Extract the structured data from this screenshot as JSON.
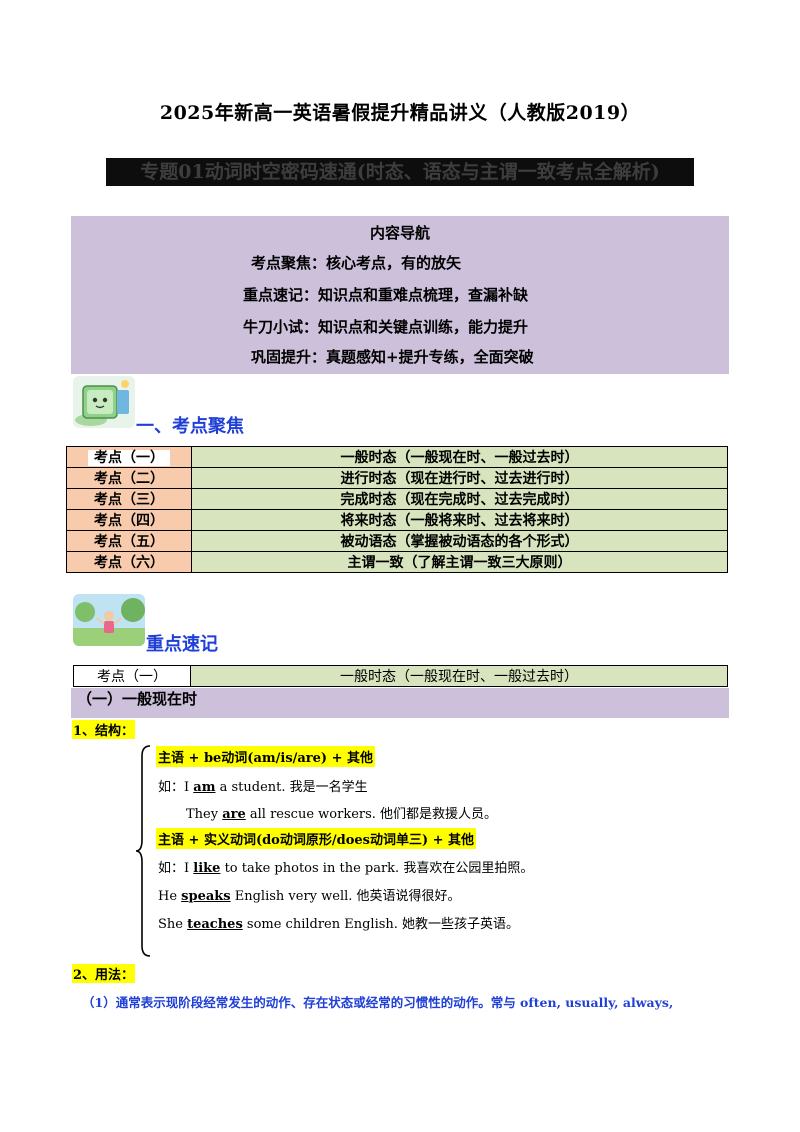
{
  "title": "2025年新高一英语暑假提升精品讲义（人教版2019）",
  "topic": "专题01动词时空密码速通(时态、语态与主谓一致考点全解析)",
  "nav": {
    "title": "内容导航",
    "items": [
      "考点聚焦：核心考点，有的放矢",
      "重点速记：知识点和重难点梳理，查漏补缺",
      "牛刀小试：知识点和关键点训练，能力提升",
      "巩固提升：真题感知+提升专练，全面突破"
    ]
  },
  "section1": {
    "heading": "一、考点聚焦"
  },
  "points": [
    {
      "key": "考点（一）",
      "value": "一般时态（一般现在时、一般过去时）"
    },
    {
      "key": "考点（二）",
      "value": "进行时态（现在进行时、过去进行时）"
    },
    {
      "key": "考点（三）",
      "value": "完成时态（现在完成时、过去完成时）"
    },
    {
      "key": "考点（四）",
      "value": "将来时态（一般将来时、过去将来时）"
    },
    {
      "key": "考点（五）",
      "value": "被动语态（掌握被动语态的各个形式）"
    },
    {
      "key": "考点（六）",
      "value": "主谓一致（了解主谓一致三大原则）"
    }
  ],
  "section2": {
    "heading": "重点速记",
    "point_key": "考点（一）",
    "point_value": "一般时态（一般现在时、一般过去时）",
    "sub_heading": "（一）一般现在时",
    "structure_label": "1、结构：",
    "rule1": "主语 + be动词(am/is/are) + 其他",
    "ex1": {
      "prefix": "如：I ",
      "verb": "am",
      "rest": " a student.  我是一名学生"
    },
    "ex2": {
      "prefix": "They ",
      "verb": "are",
      "rest": " all rescue workers.  他们都是救援人员。"
    },
    "rule2": "主语 + 实义动词(do动词原形/does动词单三) + 其他",
    "ex3": {
      "prefix": "如：I ",
      "verb": "like",
      "rest": " to take photos in the park.  我喜欢在公园里拍照。"
    },
    "ex4": {
      "prefix": "He ",
      "verb": "speaks",
      "rest": " English very well.  他英语说得很好。"
    },
    "ex5": {
      "prefix": "She ",
      "verb": "teaches",
      "rest": " some children English.  她教一些孩子英语。"
    },
    "usage_label": "2、用法：",
    "usage_text": "（1）通常表示现阶段经常发生的动作、存在状态或经常的习惯性的动作。常与 often, usually, always,"
  }
}
